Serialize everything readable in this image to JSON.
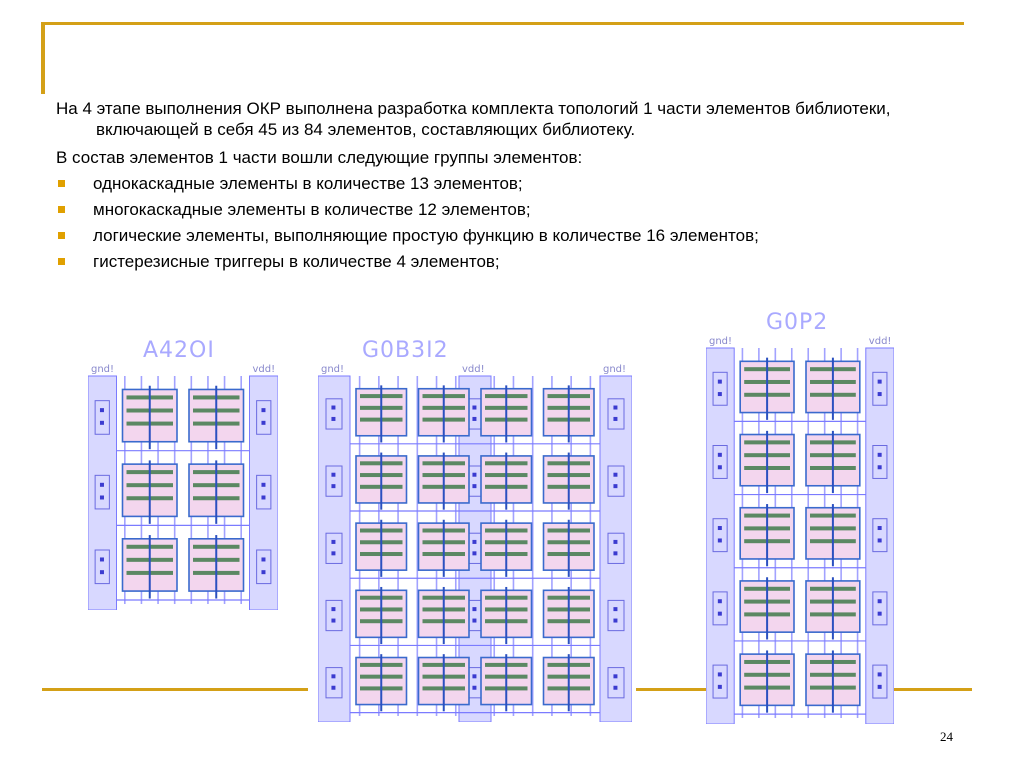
{
  "intro_paragraph": "На 4 этапе выполнения ОКР выполнена разработка комплекта топологий 1 части элементов библиотеки, включающей в себя 45 из 84 элементов, составляющих библиотеку.",
  "groups_intro": "В состав элементов 1 части вошли следующие группы элементов:",
  "bullets": [
    "однокаскадные элементы в количестве 13 элементов;",
    "многокаскадные элементы в количестве 12 элементов;",
    "логические элементы, выполняющие простую функцию в количестве 16 элементов;",
    "гистерезисные триггеры в количестве 4 элементов;"
  ],
  "layouts": [
    {
      "title": "A42OI",
      "rail_labels": [
        "gnd!",
        "vdd!"
      ],
      "rows": 3,
      "cols": 2
    },
    {
      "title": "G0B3I2",
      "rail_labels": [
        "gnd!",
        "vdd!",
        "gnd!"
      ],
      "rows": 5,
      "cols": 4
    },
    {
      "title": "G0P2",
      "rail_labels": [
        "gnd!",
        "vdd!"
      ],
      "rows": 5,
      "cols": 2
    }
  ],
  "colors": {
    "accent_line": "#d4a017",
    "bullet": "#e0a000",
    "layout_blue": "#7b7bff",
    "layout_fill": "#d8d8ff"
  },
  "page_number": "24"
}
